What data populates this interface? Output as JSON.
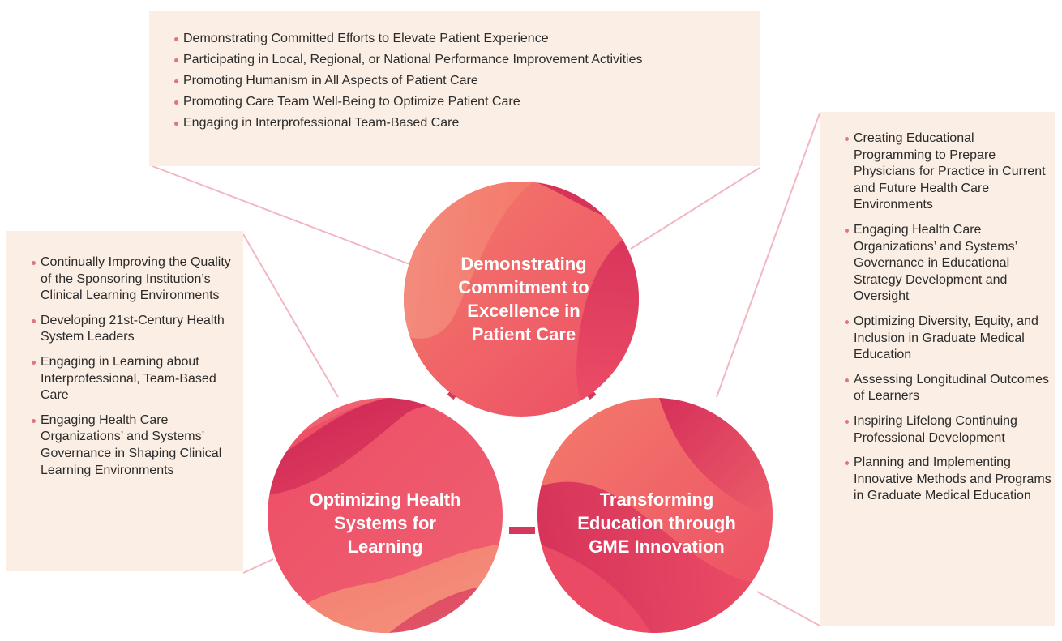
{
  "colors": {
    "panel_background": "#fbeee4",
    "bullet": "#e0747f",
    "connector_line": "#f2b7c1",
    "circle_base": "#ec4d65",
    "circle_light": "#f47b6b",
    "circle_dark": "#d22958",
    "link_bar": "#d4385a",
    "circle_text": "#ffffff"
  },
  "circles": {
    "top": {
      "label": "Demonstrating Commitment to Excellence in Patient Care"
    },
    "left": {
      "label": "Optimizing Health Systems for Learning"
    },
    "right": {
      "label": "Transforming Education through GME Innovation"
    }
  },
  "panels": {
    "top": {
      "items": [
        "Demonstrating Committed Efforts to Elevate Patient Experience",
        "Participating in Local, Regional, or National Performance Improvement Activities",
        "Promoting Humanism in All Aspects of Patient Care",
        "Promoting Care Team Well-Being to Optimize Patient Care",
        "Engaging in Interprofessional Team-Based Care"
      ]
    },
    "left": {
      "items": [
        "Continually Improving the Quality of the Sponsoring Institution’s Clinical Learning Environments",
        "Developing 21st-Century Health System Leaders",
        "Engaging in Learning about Interprofessional, Team-Based Care",
        "Engaging Health Care Organizations’ and Systems’ Governance in Shaping Clinical Learning Environments"
      ]
    },
    "right": {
      "items": [
        "Creating Educational Programming to Prepare Physicians for Practice in Current and Future Health Care Environments",
        "Engaging Health Care Organizations’ and Systems’ Governance in Educational Strategy Development and Oversight",
        "Optimizing Diversity, Equity, and Inclusion in Graduate Medical Education",
        "Assessing Longitudinal Outcomes of Learners",
        "Inspiring Lifelong Continuing Professional Development",
        "Planning and Implementing Innovative Methods and Programs in Graduate Medical Education"
      ]
    }
  }
}
